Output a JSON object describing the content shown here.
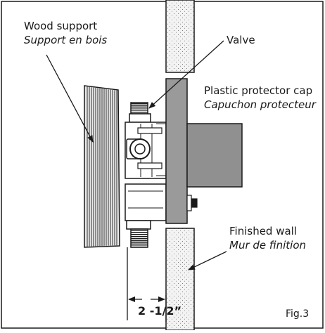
{
  "labels": {
    "wood_support_en": "Wood support",
    "wood_support_fr": "Support en bois",
    "valve": "Valve",
    "cap_en": "Plastic protector cap",
    "cap_fr": "Capuchon protecteur",
    "wall_en": "Finished wall",
    "wall_fr": "Mur de finition",
    "dimension": "2 -1/2”",
    "figure": "Fig.3"
  },
  "colors": {
    "line": "#1a1a1a",
    "cap_fill": "#909090",
    "plate_fill": "#9a9a9a",
    "wall_fill": "#f3f3f3",
    "wood_fill": "#e9e9e9",
    "valve_fill": "#ffffff"
  }
}
